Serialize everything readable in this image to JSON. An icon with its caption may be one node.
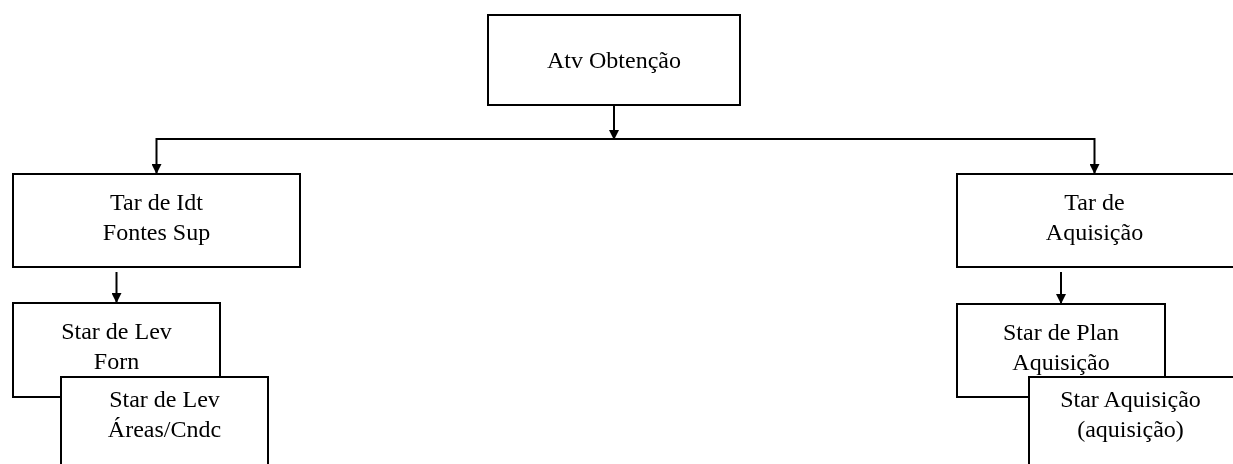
{
  "diagram": {
    "nodes": [
      {
        "text": [
          "Atv Obtenção"
        ]
      },
      {
        "text": [
          "Tar de Idt Fontes Sup"
        ]
      },
      {
        "text": [
          "Tar de Aquisição"
        ]
      },
      {
        "text": [
          "Star de Lev Forn"
        ]
      },
      {
        "text": [
          "Star de Lev Áreas/Cndc"
        ]
      },
      {
        "text": [
          "Star de Plan Aquisição"
        ]
      },
      {
        "text": [
          "Star Aquisição (aquisição)"
        ]
      }
    ],
    "edges": [
      {
        "from": 0,
        "to": 1,
        "arrow": "to"
      },
      {
        "from": 0,
        "to": 2,
        "arrow": "to"
      },
      {
        "from": 1,
        "to": 3,
        "arrow": "to"
      },
      {
        "from": 2,
        "to": 5,
        "arrow": "to"
      }
    ]
  }
}
